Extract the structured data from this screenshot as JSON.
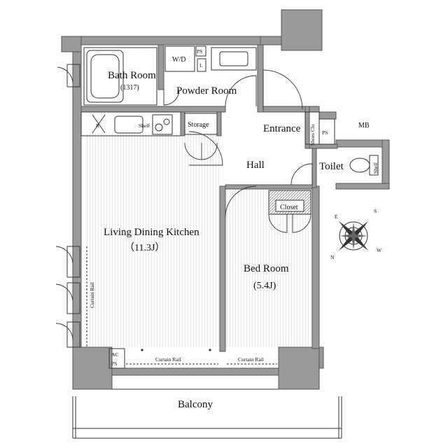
{
  "plan": {
    "rooms": {
      "bath_room": "Bath Room",
      "bath_size": "(1317)",
      "powder_room": "Powder Room",
      "storage": "Storage",
      "entrance": "Entrance",
      "shoes_closet": "Shoes Clo",
      "ps_entrance": "PS",
      "mb": "MB",
      "hall": "Hall",
      "toilet": "Toilet",
      "closet": "Closet",
      "ldk": "Living Dining Kitchen",
      "ldk_size": "（11.3J）",
      "bed_room": "Bed Room",
      "bed_size": "(5.4J)",
      "balcony": "Balcony"
    },
    "fixtures": {
      "wd": "W/D",
      "ps_top": "PS",
      "l_mark": "L",
      "r_mark": "R",
      "shelf_kitchen": "Shelf",
      "shelf_toilet": "Shelf",
      "curtain_rail_left": "Curtain Rail",
      "curtain_rail_ldk": "Curtain Rail",
      "curtain_rail_bed": "Curtain Rail",
      "ac": "AC",
      "ps_bottom": "PS"
    },
    "compass": {
      "n": "N",
      "e": "E",
      "s": "S",
      "w": "W"
    }
  }
}
